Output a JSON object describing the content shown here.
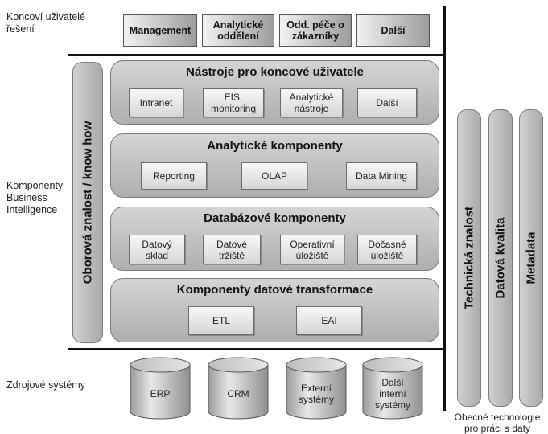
{
  "labels": {
    "end_user_solutions": "Koncoví uživatelé řešení",
    "bi_components": "Komponenty Business Intelligence",
    "source_systems": "Zdrojové systémy",
    "general_tech": "Obecné technologie pro práci s daty"
  },
  "user_solutions": [
    "Management",
    "Analytické oddělení",
    "Odd. péče o zákazníky",
    "Další"
  ],
  "domain_knowledge": "Oborová znalost / know how",
  "layers": [
    {
      "title": "Nástroje pro koncové uživatele",
      "items": [
        "Intranet",
        "EIS, monitoring",
        "Analytické nástroje",
        "Další"
      ]
    },
    {
      "title": "Analytické komponenty",
      "items": [
        "Reporting",
        "OLAP",
        "Data Mining"
      ]
    },
    {
      "title": "Databázové komponenty",
      "items": [
        "Datový sklad",
        "Datové tržiště",
        "Operativní úložiště",
        "Dočasné úložiště"
      ]
    },
    {
      "title": "Komponenty datové transformace",
      "items": [
        "ETL",
        "EAI"
      ]
    }
  ],
  "source_systems": [
    "ERP",
    "CRM",
    "Externí systémy",
    "Další interní systémy"
  ],
  "general_technologies": [
    "Technická znalost",
    "Datová kvalita",
    "Metadata"
  ]
}
